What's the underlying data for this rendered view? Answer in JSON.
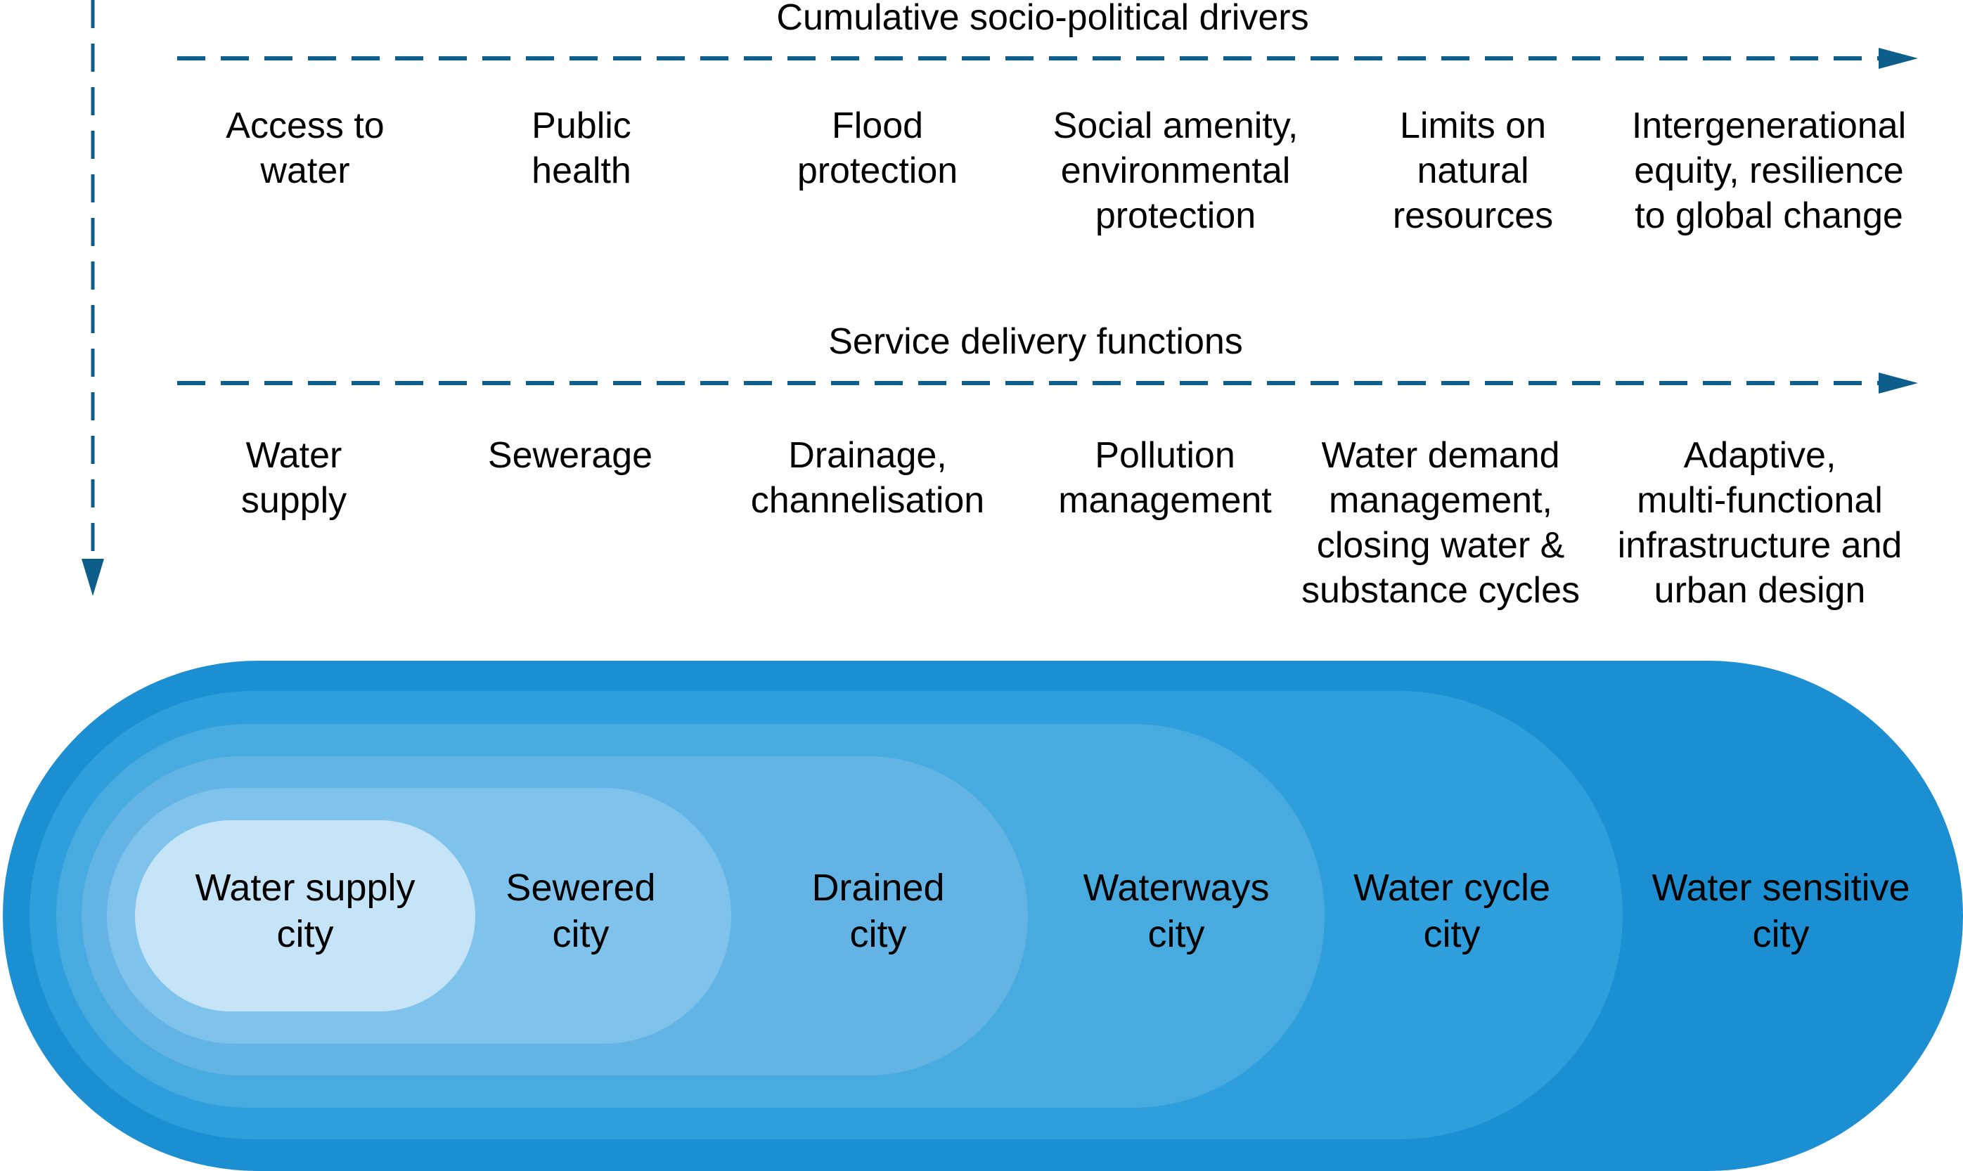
{
  "drivers": {
    "title": "Cumulative socio-political drivers",
    "items": [
      {
        "lines": [
          "Access to",
          "water"
        ]
      },
      {
        "lines": [
          "Public",
          "health"
        ]
      },
      {
        "lines": [
          "Flood",
          "protection"
        ]
      },
      {
        "lines": [
          "Social amenity,",
          "environmental",
          "protection"
        ]
      },
      {
        "lines": [
          "Limits on",
          "natural",
          "resources"
        ]
      },
      {
        "lines": [
          "Intergenerational",
          "equity, resilience",
          "to global change"
        ]
      }
    ]
  },
  "functions": {
    "title": "Service delivery functions",
    "items": [
      {
        "lines": [
          "Water",
          "supply"
        ]
      },
      {
        "lines": [
          "Sewerage"
        ]
      },
      {
        "lines": [
          "Drainage,",
          "channelisation"
        ]
      },
      {
        "lines": [
          "Pollution",
          "management"
        ]
      },
      {
        "lines": [
          "Water demand",
          "management,",
          "closing water &",
          "substance cycles"
        ]
      },
      {
        "lines": [
          "Adaptive,",
          "multi-functional",
          "infrastructure and",
          "urban design"
        ]
      }
    ]
  },
  "cities": [
    {
      "lines": [
        "Water supply",
        "city"
      ]
    },
    {
      "lines": [
        "Sewered",
        "city"
      ]
    },
    {
      "lines": [
        "Drained",
        "city"
      ]
    },
    {
      "lines": [
        "Waterways",
        "city"
      ]
    },
    {
      "lines": [
        "Water cycle",
        "city"
      ]
    },
    {
      "lines": [
        "Water sensitive",
        "city"
      ]
    }
  ],
  "colors": {
    "arrow": "#0e5e8c",
    "level_fills": [
      "#1b8fd2",
      "#2f9edc",
      "#48abe0",
      "#63b4e4",
      "#7fc3ed",
      "#c5e4f7"
    ]
  }
}
